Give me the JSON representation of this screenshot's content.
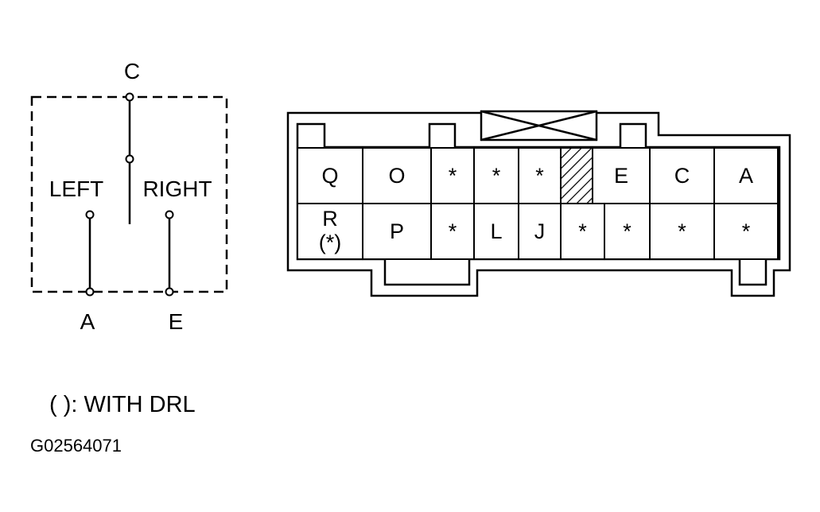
{
  "switch": {
    "top_terminal": "C",
    "left_label": "LEFT",
    "right_label": "RIGHT",
    "bottom_left_terminal": "A",
    "bottom_right_terminal": "E"
  },
  "connector": {
    "top_row": [
      "Q",
      "O",
      "*",
      "*",
      "*",
      "",
      "E",
      "C",
      "A"
    ],
    "bottom_row": [
      "R",
      "P",
      "*",
      "L",
      "J",
      "*",
      "*",
      "*",
      "*"
    ],
    "r_cavity_note": "(*)",
    "blocked_cavity": "hatched"
  },
  "legend": {
    "note": "( ): WITH DRL",
    "figure_code": "G02564071"
  }
}
